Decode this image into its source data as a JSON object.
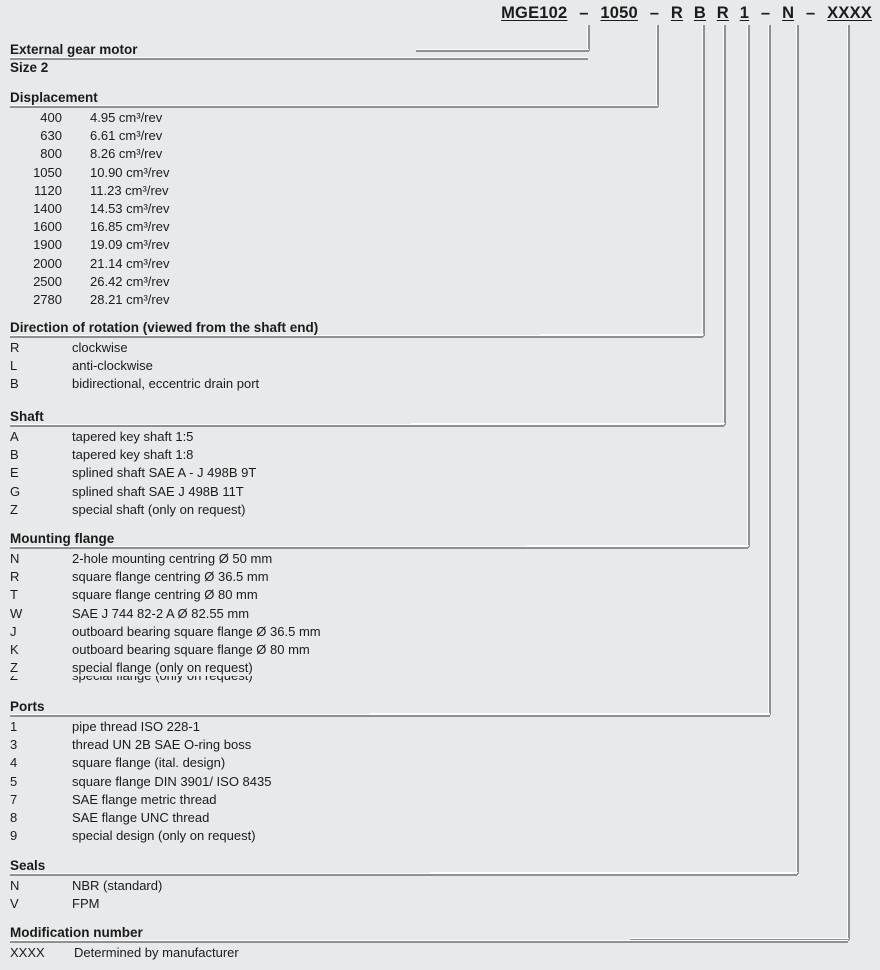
{
  "order_code": {
    "segments": [
      {
        "text": "MGE102",
        "underline": true
      },
      {
        "text": "–",
        "underline": false
      },
      {
        "text": "1050",
        "underline": true
      },
      {
        "text": "–",
        "underline": false
      },
      {
        "text": "R",
        "underline": true
      },
      {
        "text": "B",
        "underline": true
      },
      {
        "text": "R",
        "underline": true
      },
      {
        "text": "1",
        "underline": true
      },
      {
        "text": "–",
        "underline": false
      },
      {
        "text": "N",
        "underline": true
      },
      {
        "text": "–",
        "underline": false
      },
      {
        "text": "XXXX",
        "underline": true
      }
    ]
  },
  "sections": {
    "model": {
      "heading": "External gear motor",
      "subheading": "Size 2"
    },
    "displacement": {
      "heading": "Displacement",
      "rows": [
        {
          "code": "400",
          "desc": "4.95 cm³/rev"
        },
        {
          "code": "630",
          "desc": "6.61 cm³/rev"
        },
        {
          "code": "800",
          "desc": "8.26 cm³/rev"
        },
        {
          "code": "1050",
          "desc": "10.90 cm³/rev"
        },
        {
          "code": "1120",
          "desc": "11.23 cm³/rev"
        },
        {
          "code": "1400",
          "desc": "14.53 cm³/rev"
        },
        {
          "code": "1600",
          "desc": "16.85 cm³/rev"
        },
        {
          "code": "1900",
          "desc": "19.09 cm³/rev"
        },
        {
          "code": "2000",
          "desc": "21.14 cm³/rev"
        },
        {
          "code": "2500",
          "desc": "26.42 cm³/rev"
        },
        {
          "code": "2780",
          "desc": "28.21 cm³/rev"
        }
      ]
    },
    "rotation": {
      "heading": "Direction of rotation (viewed from the shaft end)",
      "rows": [
        {
          "code": "R",
          "desc": "clockwise"
        },
        {
          "code": "L",
          "desc": "anti-clockwise"
        },
        {
          "code": "B",
          "desc": "bidirectional, eccentric drain port"
        }
      ]
    },
    "shaft": {
      "heading": "Shaft",
      "rows": [
        {
          "code": "A",
          "desc": "tapered key shaft 1:5"
        },
        {
          "code": "B",
          "desc": "tapered key shaft 1:8"
        },
        {
          "code": "E",
          "desc": "splined shaft SAE A - J 498B 9T"
        },
        {
          "code": "G",
          "desc": "splined shaft SAE J 498B 11T"
        },
        {
          "code": "Z",
          "desc": "special shaft (only on request)"
        }
      ]
    },
    "mounting_flange": {
      "heading": "Mounting flange",
      "rows": [
        {
          "code": "N",
          "desc": "2-hole mounting centring Ø 50 mm"
        },
        {
          "code": "R",
          "desc": "square flange centring Ø 36.5 mm"
        },
        {
          "code": "T",
          "desc": "square flange centring Ø 80 mm"
        },
        {
          "code": "W",
          "desc": "SAE J 744 82-2 A Ø 82.55 mm"
        },
        {
          "code": "J",
          "desc": "outboard bearing square flange Ø 36.5 mm"
        },
        {
          "code": "K",
          "desc": "outboard bearing square flange Ø 80 mm"
        },
        {
          "code": "Z",
          "desc": "special flange (only on request)"
        }
      ],
      "clipped_row": {
        "code": "Z",
        "desc": "special flange (only on request)"
      }
    },
    "ports": {
      "heading": "Ports",
      "rows": [
        {
          "code": "1",
          "desc": "pipe thread ISO 228-1"
        },
        {
          "code": "3",
          "desc": "thread UN 2B SAE O-ring boss"
        },
        {
          "code": "4",
          "desc": "square flange (ital. design)"
        },
        {
          "code": "5",
          "desc": "square flange DIN 3901/ ISO 8435"
        },
        {
          "code": "7",
          "desc": "SAE flange metric thread"
        },
        {
          "code": "8",
          "desc": "SAE flange UNC thread"
        },
        {
          "code": "9",
          "desc": "special design (only on request)"
        }
      ]
    },
    "seals": {
      "heading": "Seals",
      "rows": [
        {
          "code": "N",
          "desc": "NBR (standard)"
        },
        {
          "code": "V",
          "desc": "FPM"
        }
      ]
    },
    "modification_number": {
      "heading": "Modification number",
      "rows": [
        {
          "code": "XXXX",
          "desc": "Determined by manufacturer"
        }
      ]
    }
  },
  "colors": {
    "background": "#e7e9ea",
    "text": "#1b1b1b",
    "rule": "#8e9093",
    "rule_highlight": "#fdfdfd"
  }
}
